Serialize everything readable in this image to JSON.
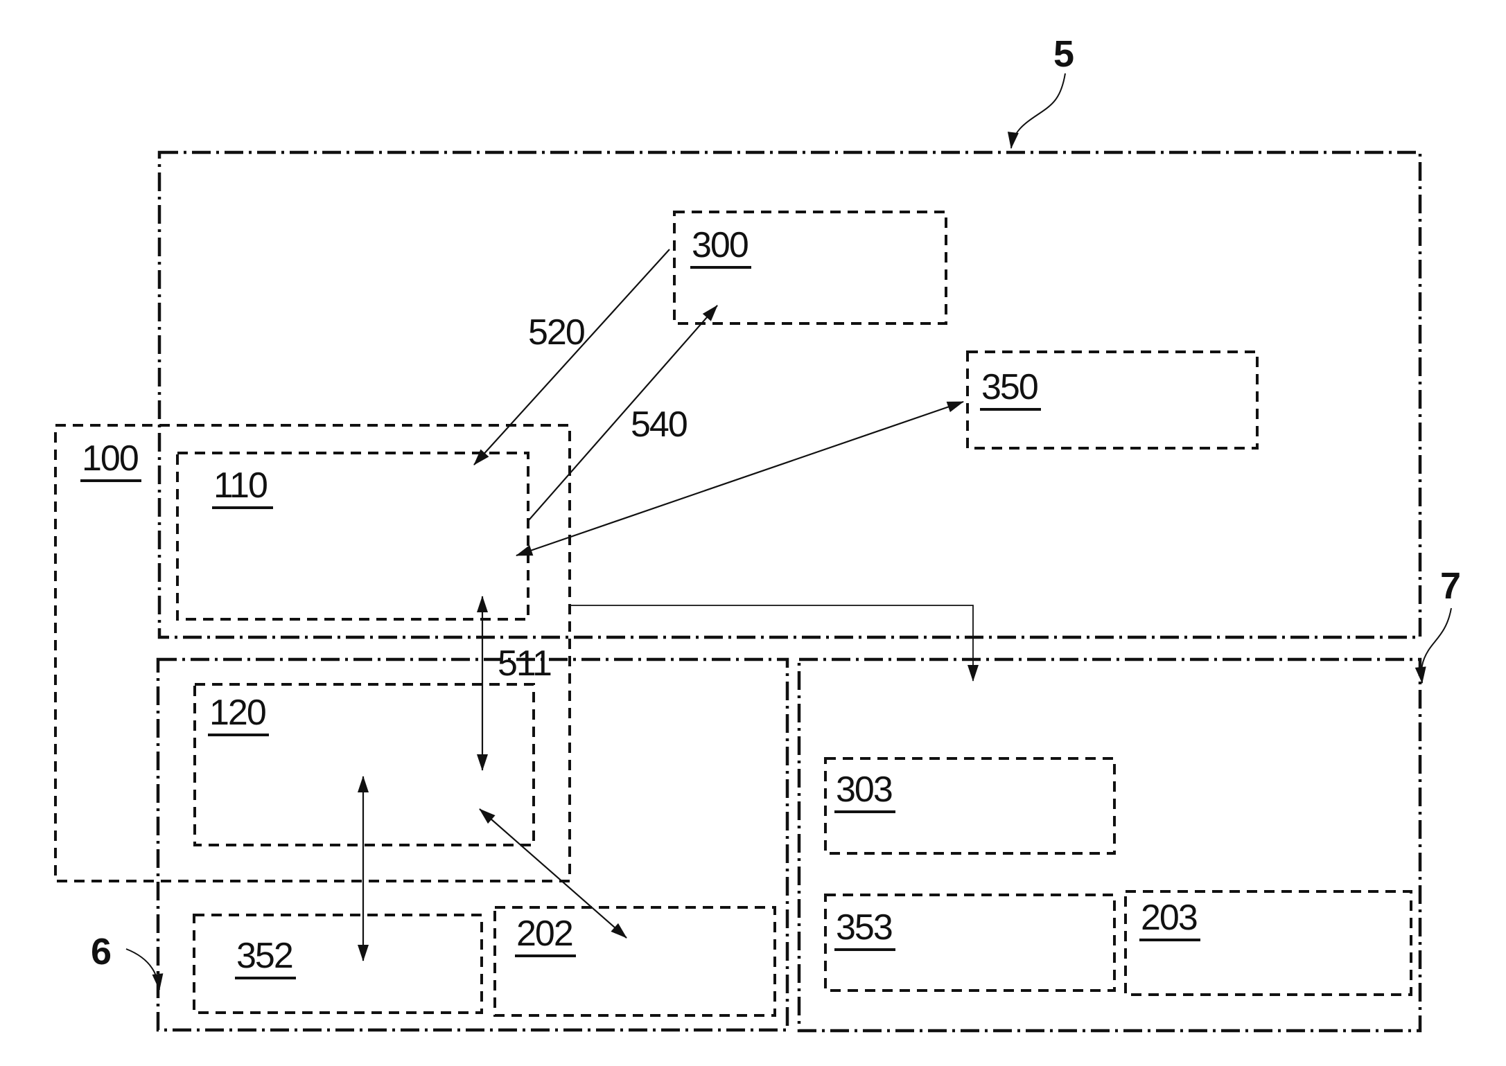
{
  "figure": {
    "type": "patent-block-diagram",
    "ink_color": "#111111",
    "background_color": "#ffffff",
    "boundaries": {
      "b5": {
        "label": "5"
      },
      "b6": {
        "label": "6"
      },
      "b7": {
        "label": "7"
      }
    },
    "blocks": {
      "b100": {
        "label": "100"
      },
      "b110": {
        "label": "110"
      },
      "b120": {
        "label": "120"
      },
      "b300": {
        "label": "300"
      },
      "b350": {
        "label": "350"
      },
      "b303": {
        "label": "303"
      },
      "b353": {
        "label": "353"
      },
      "b203": {
        "label": "203"
      },
      "b352": {
        "label": "352"
      },
      "b202": {
        "label": "202"
      }
    },
    "connectors": {
      "c511": {
        "label": "511"
      },
      "c520": {
        "label": "520"
      },
      "c540": {
        "label": "540"
      }
    }
  }
}
